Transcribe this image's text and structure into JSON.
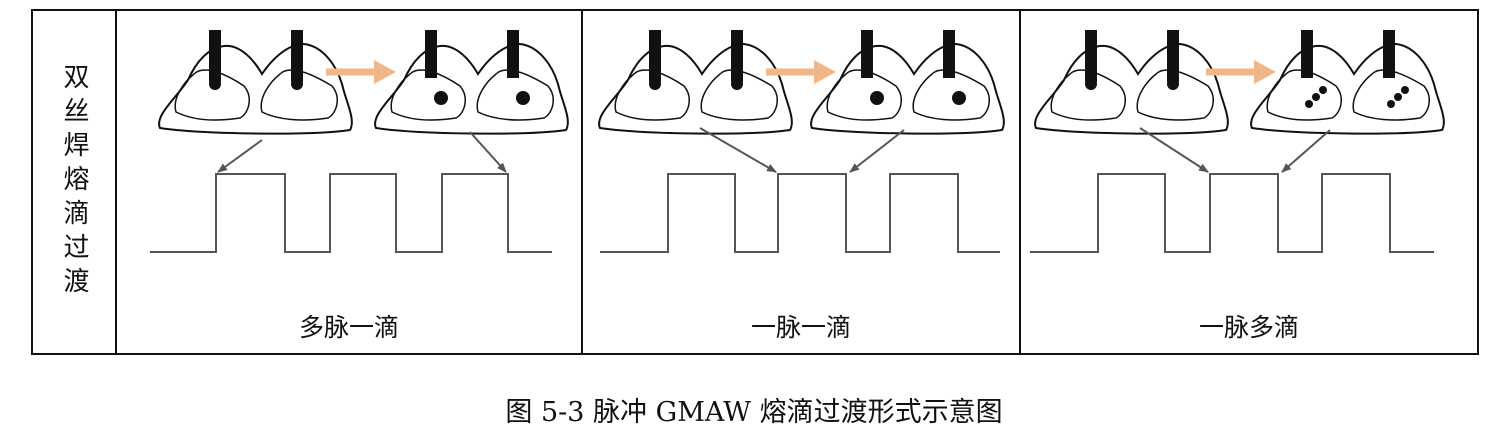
{
  "row_label": "双丝焊熔滴过渡",
  "panels": [
    {
      "caption": "多脉一滴",
      "drops_before": [
        1,
        1
      ],
      "drops_after": [
        1,
        1
      ]
    },
    {
      "caption": "一脉一滴",
      "drops_before": [
        1,
        1
      ],
      "drops_after": [
        1,
        1
      ]
    },
    {
      "caption": "一脉多滴",
      "drops_before": [
        1,
        1
      ],
      "drops_after": [
        3,
        3
      ]
    }
  ],
  "figure_caption": "图 5-3  脉冲 GMAW 熔滴过渡形式示意图",
  "colors": {
    "arrow": "#f3b787",
    "line": "#111111",
    "waveform": "#555555"
  }
}
